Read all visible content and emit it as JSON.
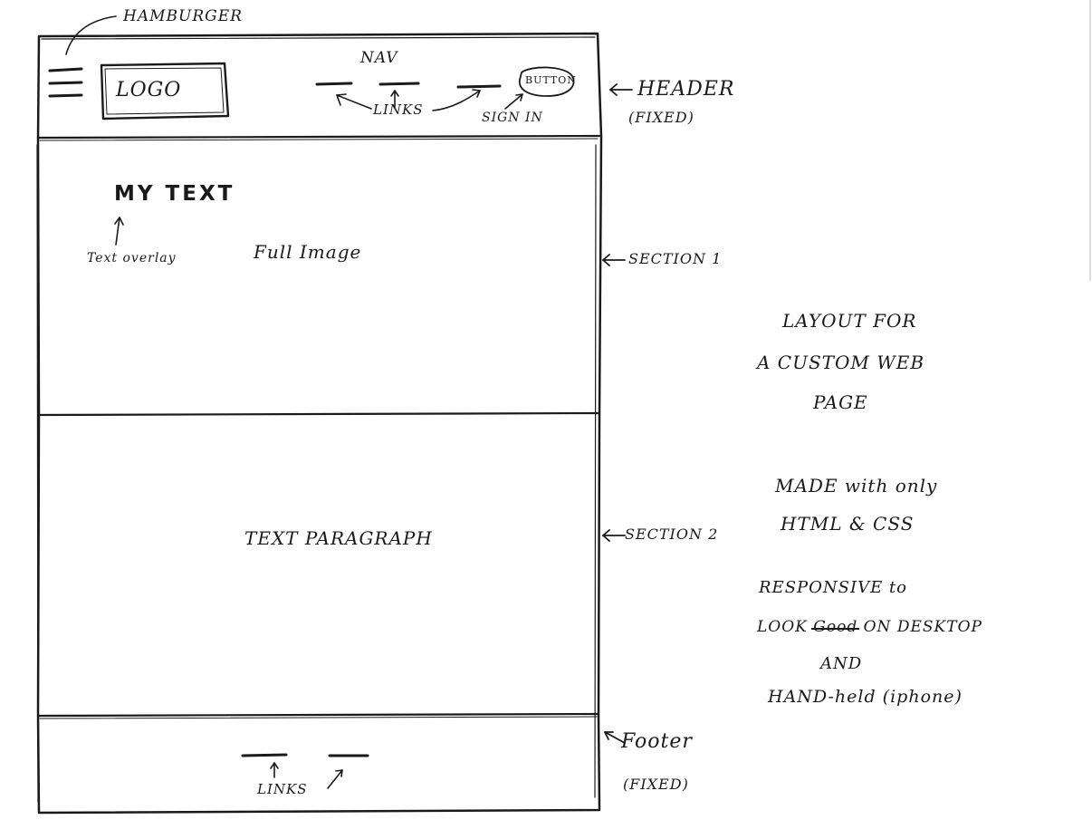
{
  "labels": {
    "hamburger": "HAMBURGER",
    "nav": "NAV",
    "logo": "LOGO",
    "links": "LINKS",
    "button": "BUTTON",
    "sign_in": "SIGN IN",
    "header": "HEADER",
    "header_fixed": "(FIXED)",
    "my_text": "MY TEXT",
    "text_overlay": "Text overlay",
    "full_image": "Full Image",
    "section1": "SECTION 1",
    "text_paragraph": "TEXT PARAGRAPH",
    "section2": "SECTION 2",
    "footer_links": "LINKS",
    "footer": "Footer",
    "footer_fixed": "(FIXED)"
  },
  "notes": {
    "layout_1": "LAYOUT FOR",
    "layout_2": "A CUSTOM WEB",
    "layout_3": "PAGE",
    "made_1": "MADE with only",
    "made_2": "HTML & CSS",
    "resp_1": "RESPONSIVE to",
    "resp_2a": "LOOK",
    "resp_2_struck": "Good",
    "resp_2b": "ON DESKTOP",
    "resp_3": "AND",
    "resp_4": "HAND-held (iphone)"
  }
}
